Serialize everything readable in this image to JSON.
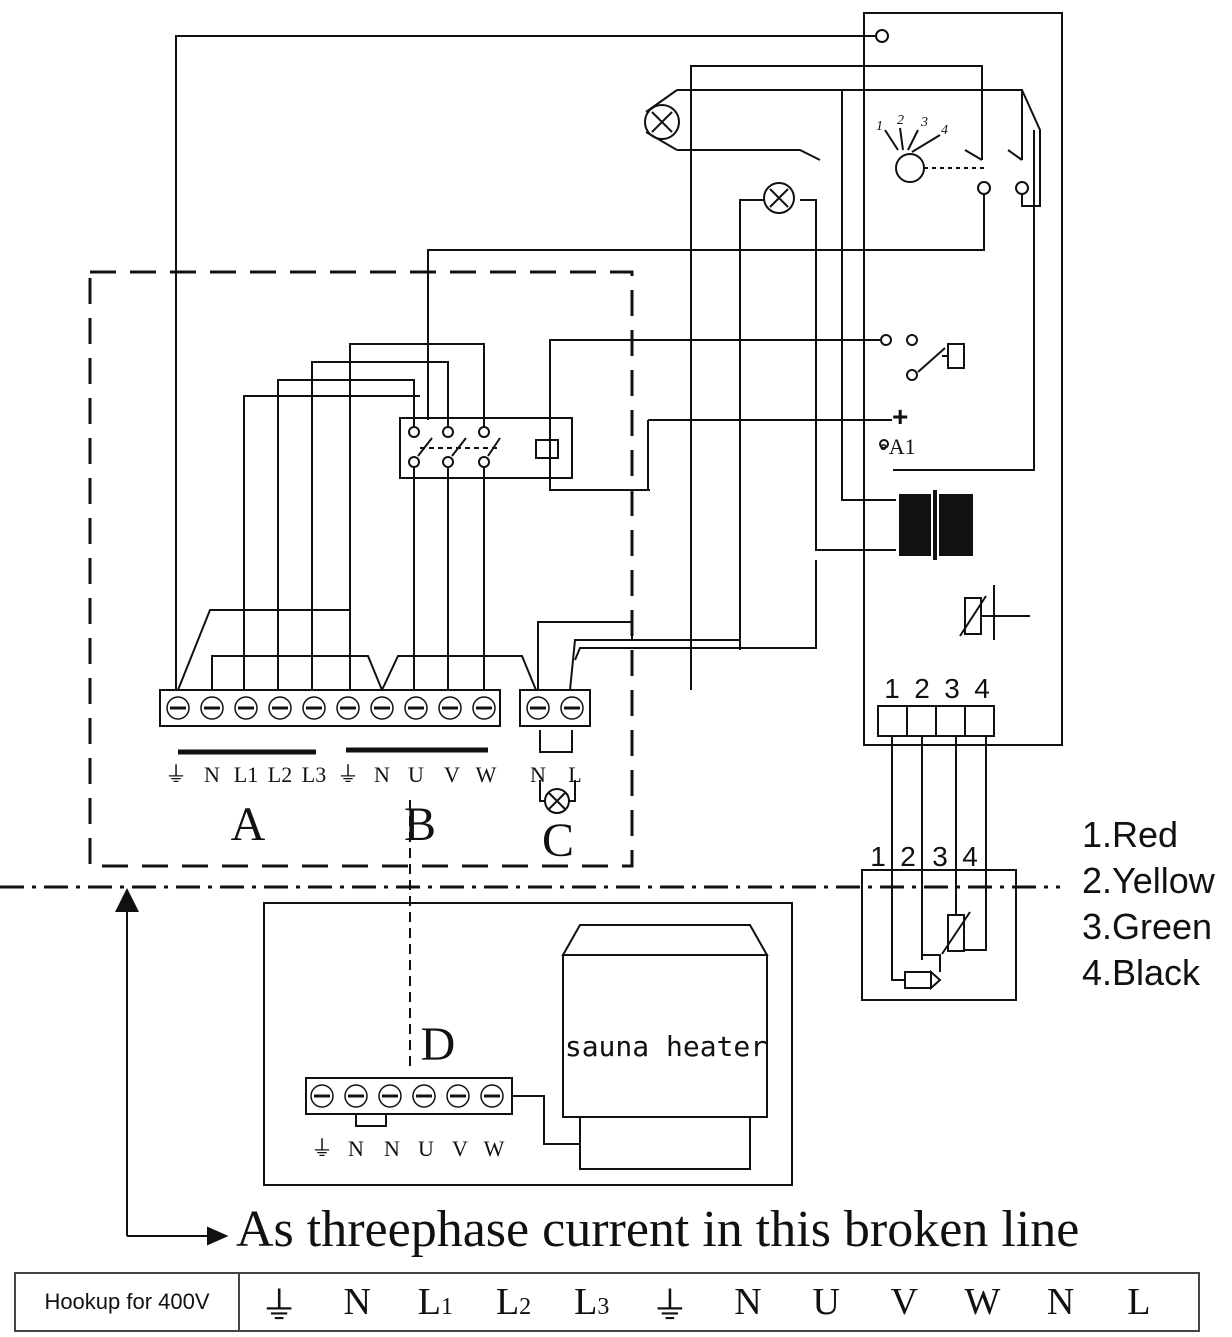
{
  "terminal_blocks": {
    "A": {
      "label": "A",
      "terminals": [
        "⏚",
        "N",
        "L1",
        "L2",
        "L3"
      ]
    },
    "B": {
      "label": "B",
      "terminals": [
        "⏚",
        "N",
        "U",
        "V",
        "W"
      ]
    },
    "C": {
      "label": "C",
      "terminals": [
        "N",
        "L"
      ]
    },
    "D": {
      "label": "D",
      "terminals": [
        "⏚",
        "N",
        "N",
        "U",
        "V",
        "W"
      ]
    }
  },
  "control_unit": {
    "selector_positions": [
      "1",
      "2",
      "3",
      "4"
    ],
    "a1_plus": "+",
    "a1_label": "∘A1",
    "connector_pins": [
      "1",
      "2",
      "3",
      "4"
    ]
  },
  "sensor_box": {
    "pins": [
      "1",
      "2",
      "3",
      "4"
    ]
  },
  "heater": {
    "label": "sauna heater"
  },
  "legend": [
    "1.Red",
    "2.Yellow",
    "3.Green",
    "4.Black"
  ],
  "caption": "As threephase current in this broken line",
  "hookup": {
    "header": "Hookup for 400V",
    "cells": [
      {
        "main": "⏚",
        "sub": ""
      },
      {
        "main": "N",
        "sub": ""
      },
      {
        "main": "L",
        "sub": "1"
      },
      {
        "main": "L",
        "sub": "2"
      },
      {
        "main": "L",
        "sub": "3"
      },
      {
        "main": "⏚",
        "sub": ""
      },
      {
        "main": "N",
        "sub": ""
      },
      {
        "main": "U",
        "sub": ""
      },
      {
        "main": "V",
        "sub": ""
      },
      {
        "main": "W",
        "sub": ""
      },
      {
        "main": "N",
        "sub": ""
      },
      {
        "main": "L",
        "sub": ""
      }
    ]
  }
}
